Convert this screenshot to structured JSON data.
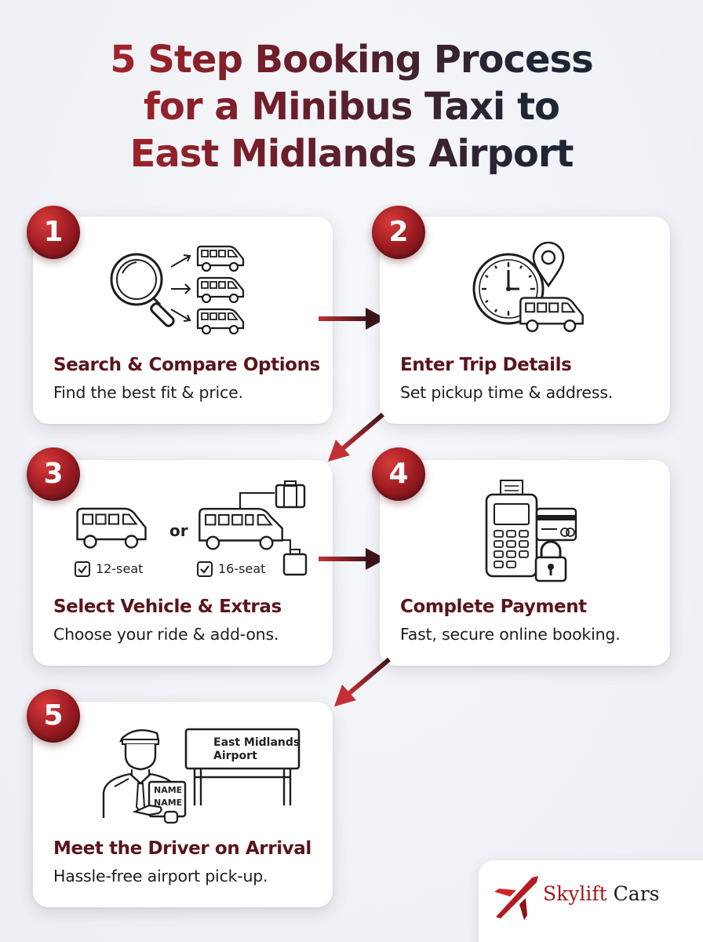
{
  "title": {
    "line1": "5 Step Booking Process",
    "line2": "for a Minibus Taxi to",
    "line3": "East Midlands Airport"
  },
  "steps": [
    {
      "number": "1",
      "title": "Search & Compare Options",
      "desc": "Find the best fit & price."
    },
    {
      "number": "2",
      "title": "Enter Trip Details",
      "desc": "Set pickup time & address."
    },
    {
      "number": "3",
      "title": "Select Vehicle & Extras",
      "desc": "Choose your ride & add-ons.",
      "or_label": "or",
      "seat_a": "12-seat",
      "seat_b": "16-seat"
    },
    {
      "number": "4",
      "title": "Complete Payment",
      "desc": "Fast, secure online booking."
    },
    {
      "number": "5",
      "title": "Meet the Driver on Arrival",
      "desc": "Hassle-free airport pick-up.",
      "sign_line1": "East Midlands",
      "sign_line2": "Airport",
      "name_line1": "NAME",
      "name_line2": "NAME"
    }
  ],
  "logo": {
    "brand_a": "Skylift",
    "brand_b": "Cars"
  },
  "colors": {
    "accent": "#9c1c22",
    "title_dark": "#1e2633",
    "step_title": "#5a141c"
  },
  "icons": [
    "magnifier-icon",
    "minibus-icon",
    "clock-icon",
    "location-pin-icon",
    "luggage-icon",
    "checkbox-icon",
    "card-terminal-icon",
    "credit-card-icon",
    "padlock-icon",
    "driver-icon",
    "airport-sign-icon",
    "arrow-icon",
    "plane-logo-icon"
  ]
}
